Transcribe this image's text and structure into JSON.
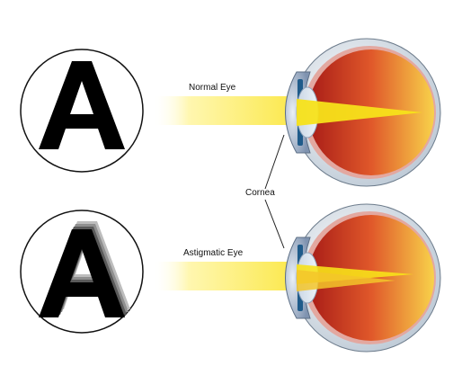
{
  "labels": {
    "normal": "Normal Eye",
    "astigmatic": "Astigmatic Eye",
    "cornea": "Cornea"
  },
  "letter": "A",
  "colors": {
    "beam_inner": "#f7e11a",
    "beam_outer": "#fff9c8",
    "retina_dark": "#b8231d",
    "retina_light": "#f6c83e",
    "sclera": "#dfe7ee",
    "cornea": "#c7d4e4",
    "iris": "#1f5b8a"
  }
}
